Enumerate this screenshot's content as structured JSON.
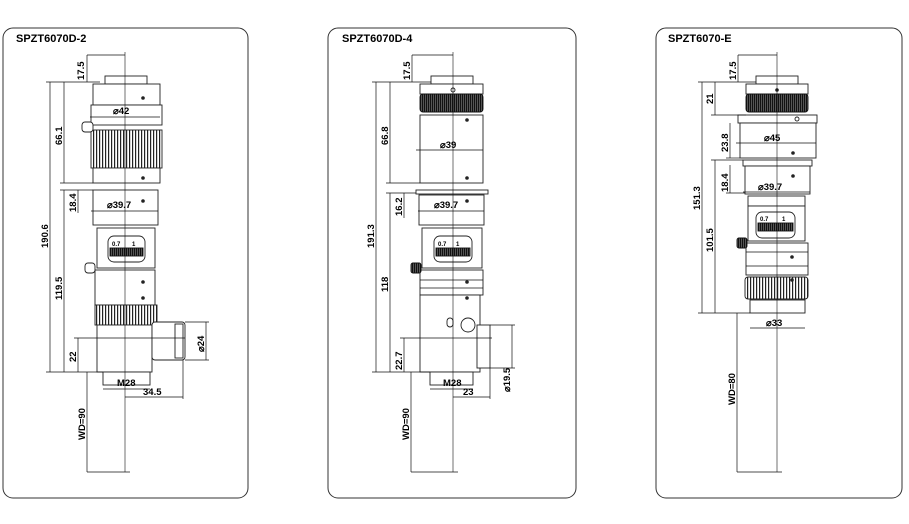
{
  "lenses": [
    {
      "model": "SPZT6070D-2",
      "dims": {
        "top": "17.5",
        "total": "190.6",
        "upper": "66.1",
        "lower": "119.5",
        "port_height": "22",
        "dia_top": "⌀42",
        "dia_mid": "⌀39.7",
        "mid": "18.4",
        "mount": "M28",
        "port_offset": "34.5",
        "port_dia": "⌀24",
        "wd": "WD=90"
      },
      "scale": {
        "low": "0.7",
        "high": "1"
      }
    },
    {
      "model": "SPZT6070D-4",
      "dims": {
        "top": "17.5",
        "total": "191.3",
        "upper": "66.8",
        "lower": "118",
        "port_height": "22.7",
        "dia_top": "⌀39",
        "dia_mid": "⌀39.7",
        "mid": "16.2",
        "mount": "M28",
        "port_offset": "23",
        "port_dia": "⌀19.5",
        "wd": "WD=90"
      },
      "scale": {
        "low": "0.7",
        "high": "1"
      }
    },
    {
      "model": "SPZT6070-E",
      "dims": {
        "top": "17.5",
        "total": "151.3",
        "upper": "21",
        "upper2": "23.8",
        "lower": "101.5",
        "dia_top": "⌀45",
        "dia_mid": "⌀39.7",
        "mid": "18.4",
        "dia_bottom": "⌀33",
        "wd": "WD=80"
      },
      "scale": {
        "low": "0.7",
        "high": "1"
      }
    }
  ]
}
